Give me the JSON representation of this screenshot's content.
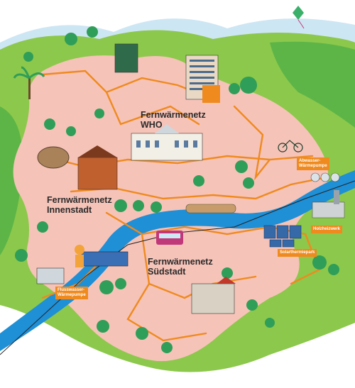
{
  "map": {
    "districts": [
      {
        "id": "who",
        "line1": "Fernwärmenetz",
        "line2": "WHO"
      },
      {
        "id": "innenstadt",
        "line1": "Fernwärmenetz",
        "line2": "Innenstadt"
      },
      {
        "id": "suedstadt",
        "line1": "Fernwärmenetz",
        "line2": "Südstadt"
      }
    ],
    "facilities": [
      {
        "id": "abwasser",
        "line1": "Abwasser-",
        "line2": "Wärmepumpe"
      },
      {
        "id": "holzheizwerk",
        "line1": "Holzheizwerk",
        "line2": ""
      },
      {
        "id": "solarthermie",
        "line1": "Solarthermiepark",
        "line2": ""
      },
      {
        "id": "flusswasser",
        "line1": "Flusswasser-",
        "line2": "Wärmepumpe"
      }
    ],
    "colors": {
      "background": "#ffffff",
      "green_land": "#8cc84b",
      "dark_green": "#4fa83c",
      "city_area": "#f6c3b8",
      "river": "#1f8fd6",
      "heat_network": "#ef8a1f",
      "label_bg": "#ef8a1f",
      "trees": "#2f9e58",
      "sky_hills": "#cde6f3"
    },
    "icons": [
      "kite-icon",
      "bus-icon",
      "bicycle-icon",
      "boat-icon",
      "solar-panel-icon",
      "palm-tree-icon",
      "mascot-icon"
    ]
  }
}
